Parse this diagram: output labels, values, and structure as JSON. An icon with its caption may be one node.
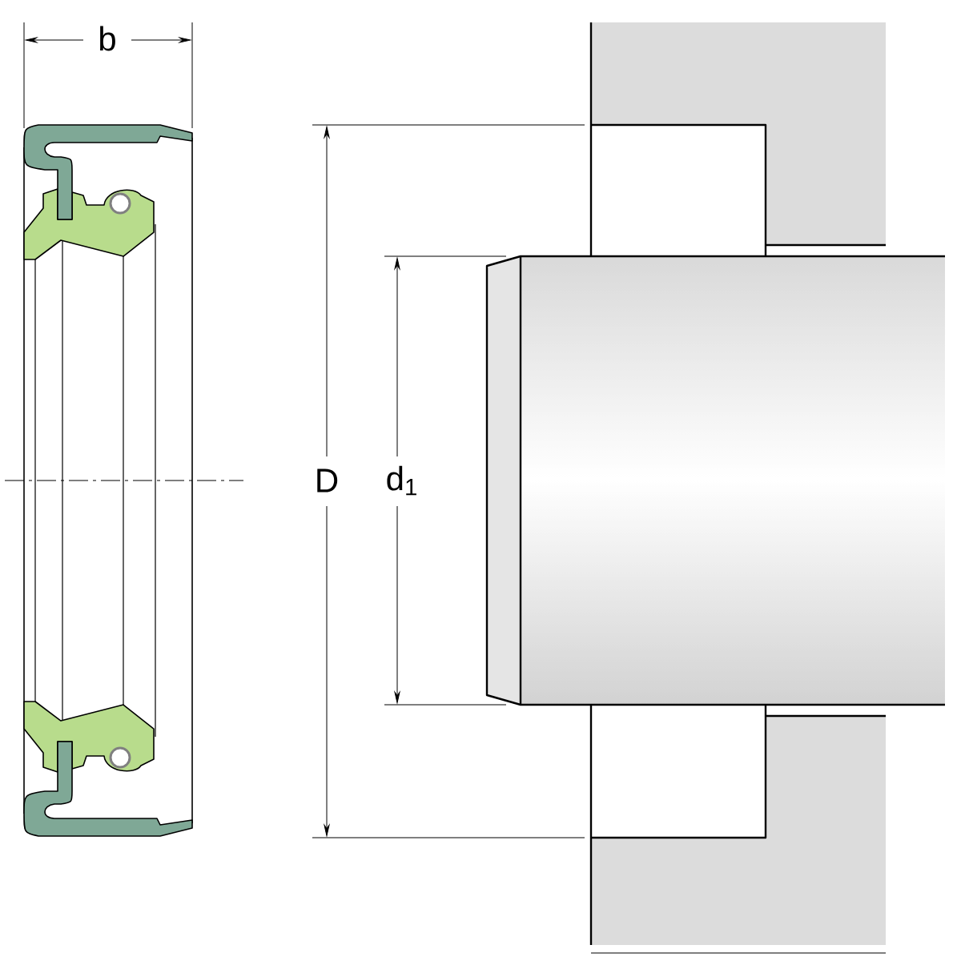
{
  "diagram": {
    "labels": [
      "b",
      "D",
      "d$_{1}$"
    ]
  }
}
